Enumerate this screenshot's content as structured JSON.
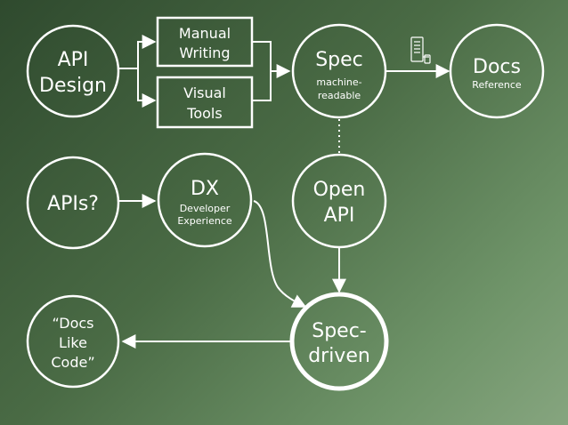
{
  "nodes": {
    "api_design": {
      "line1": "API",
      "line2": "Design"
    },
    "manual_writing": {
      "line1": "Manual",
      "line2": "Writing"
    },
    "visual_tools": {
      "line1": "Visual",
      "line2": "Tools"
    },
    "spec": {
      "title": "Spec",
      "sub1": "machine-",
      "sub2": "readable"
    },
    "docs": {
      "title": "Docs",
      "sub": "Reference"
    },
    "apis": {
      "label": "APIs?"
    },
    "dx": {
      "title": "DX",
      "sub1": "Developer",
      "sub2": "Experience"
    },
    "openapi": {
      "line1": "Open",
      "line2": "API"
    },
    "docs_like_code": {
      "line1": "“Docs",
      "line2": "Like",
      "line3": "Code”"
    },
    "spec_driven": {
      "line1": "Spec-",
      "line2": "driven"
    }
  },
  "icons": {
    "document": "document-icon"
  },
  "colors": {
    "stroke": "#ffffff",
    "bg_dark": "#2f4a2e",
    "bg_light": "#86a57f"
  }
}
